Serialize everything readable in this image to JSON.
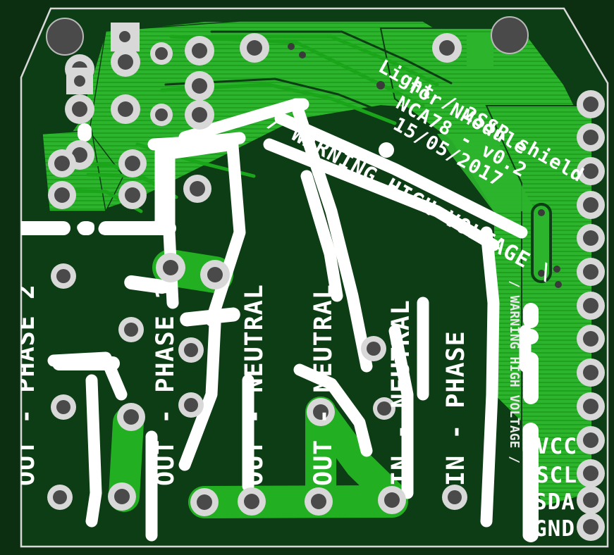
{
  "board": {
    "title": "Light / 2SSR shield",
    "subtitle": "for NModule",
    "part": "NCA78 - v0.2",
    "date": "15/05/2017",
    "colors": {
      "substrate": "#0d3d14",
      "copper_pour": "#2cb52c",
      "copper_trace": "#1aa51a",
      "silkscreen": "#ffffff",
      "pad_ring": "#c8c8c8",
      "drill": "#4a4a4a",
      "outline": "#d8d8d8",
      "background": "#0b2f10"
    }
  },
  "silkscreen": {
    "title_lines": [
      "Light / 2SSR shield",
      "for NModule",
      "NCA78 - v0.2",
      "15/05/2017"
    ],
    "warning_diagonal": "/ WARNING HIGH VOLTAGE \\",
    "warning_vertical": "/ WARNING HIGH VOLTAGE /",
    "terminal_labels": [
      "OUT - PHASE 2",
      "OUT - PHASE 1",
      "OUT - NEUTRAL",
      "OUT - NEUTRAL",
      "IN - NEUTRAL",
      "IN - PHASE"
    ],
    "pin_labels": [
      "VCC",
      "SCL",
      "SDA",
      "GND"
    ]
  },
  "features": {
    "mounting_holes": 2,
    "square_pads": 2,
    "right_header_pads": 14,
    "silk_layer": "top-silkscreen",
    "copper_layer": "top-copper"
  }
}
